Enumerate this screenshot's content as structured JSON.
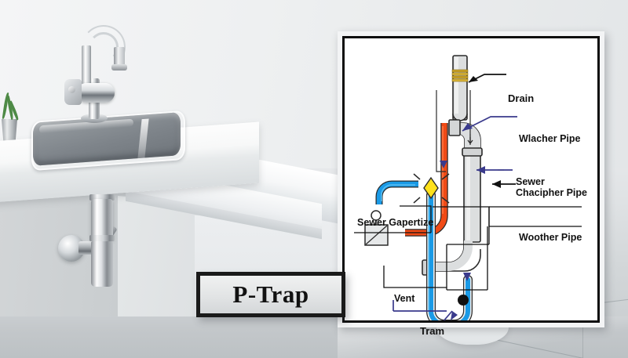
{
  "scene": {
    "description": "Bathroom sink photo with plumbing diagram overlay",
    "photo_elements": {
      "sink": "undermount-stainless-sink",
      "faucet": "chrome-gooseneck-faucet",
      "trap": "chrome-bottle-trap",
      "plant": "small-potted-plant",
      "toilet": "white-toilet-base",
      "counter": "white-countertop"
    }
  },
  "badge": {
    "title": "P-Trap"
  },
  "diagram": {
    "labels": {
      "drain": "Drain",
      "wlacher_pipe": "Wlacher Pipe",
      "sewer_chacipher_pipe_line1": "Sewer",
      "sewer_chacipher_pipe_line2": "Chacipher Pipe",
      "sewer_gapertize": "Sewer Gapertize",
      "woother_pipe": "Woother Pipe",
      "vent": "Vent",
      "tram": "Tram"
    },
    "colors": {
      "hot_pipe": "#f04a16",
      "cold_pipe": "#1a9ae6",
      "gray_pipe": "#d9dbdc",
      "brass_thread": "#c9a227",
      "leader_dark": "#121212",
      "leader_blue": "#3a3a8c",
      "burst": "#ffe11a",
      "frame": "#0d0d0d"
    }
  }
}
